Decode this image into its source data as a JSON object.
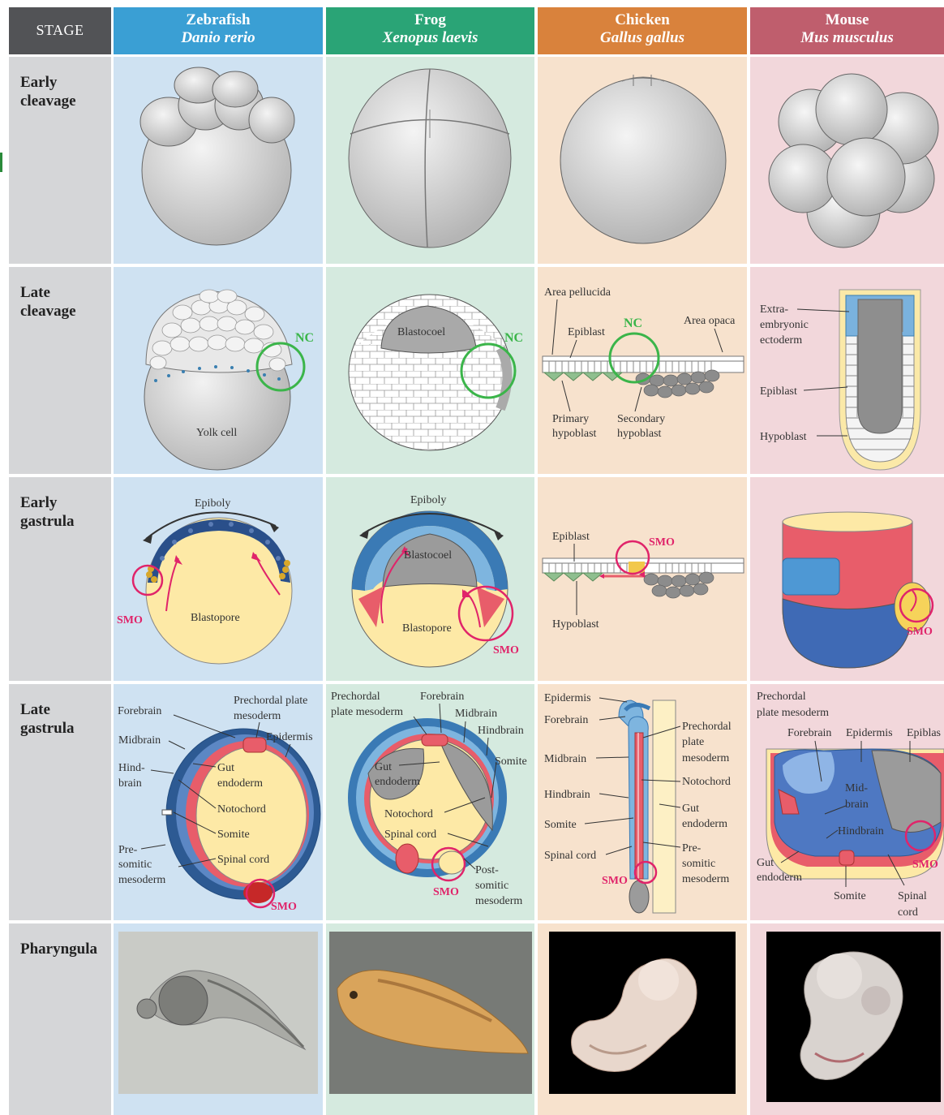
{
  "header": {
    "stage": "STAGE",
    "species": [
      {
        "common": "Zebrafish",
        "scientific": "Danio rerio",
        "color": "#3a9fd4"
      },
      {
        "common": "Frog",
        "scientific": "Xenopus laevis",
        "color": "#2aa476"
      },
      {
        "common": "Chicken",
        "scientific": "Gallus gallus",
        "color": "#d9823c"
      },
      {
        "common": "Mouse",
        "scientific": "Mus musculus",
        "color": "#bf5e6d"
      }
    ]
  },
  "stages": [
    {
      "label": "Early\ncleavage"
    },
    {
      "label": "Late\ncleavage"
    },
    {
      "label": "Early\ngastrula"
    },
    {
      "label": "Late\ngastrula"
    },
    {
      "label": "Pharyngula"
    }
  ],
  "column_colors": [
    "#cfe2f2",
    "#d5eadf",
    "#f7e2cd",
    "#f2d7db"
  ],
  "labels": {
    "nc": "NC",
    "smo": "SMO",
    "yolk_cell": "Yolk cell",
    "blastocoel": "Blastocoel",
    "area_pellucida": "Area pellucida",
    "area_opaca": "Area opaca",
    "epiblast": "Epiblast",
    "primary_hypoblast_1": "Primary",
    "primary_hypoblast_2": "hypoblast",
    "secondary_hypoblast_1": "Secondary",
    "secondary_hypoblast_2": "hypoblast",
    "extra_1": "Extra-",
    "extra_2": "embryonic",
    "extra_3": "ectoderm",
    "hypoblast": "Hypoblast",
    "epiboly": "Epiboly",
    "blastopore": "Blastopore",
    "forebrain": "Forebrain",
    "midbrain": "Midbrain",
    "hindbrain": "Hindbrain",
    "hind_1": "Hind-",
    "hind_2": "brain",
    "prechordal_zf_1": "Prechordal plate",
    "prechordal_zf_2": "mesoderm",
    "epidermis": "Epidermis",
    "gut_1": "Gut",
    "gut_2": "endoderm",
    "notochord": "Notochord",
    "somite": "Somite",
    "presomitic_1": "Pre-",
    "presomitic_2": "somitic",
    "presomitic_3": "mesoderm",
    "spinal_cord": "Spinal cord",
    "prechordal_frog_1": "Prechordal",
    "prechordal_frog_2": "plate mesoderm",
    "postsomitic_1": "Post-",
    "postsomitic_2": "somitic",
    "postsomitic_3": "mesoderm",
    "prechordal_ck_1": "Prechordal",
    "prechordal_ck_2": "plate",
    "prechordal_ck_3": "mesoderm",
    "spinal_1": "Spinal",
    "spinal_2": "cord",
    "mid_1": "Mid-",
    "mid_2": "brain",
    "epiblas_cut": "Epiblas"
  }
}
